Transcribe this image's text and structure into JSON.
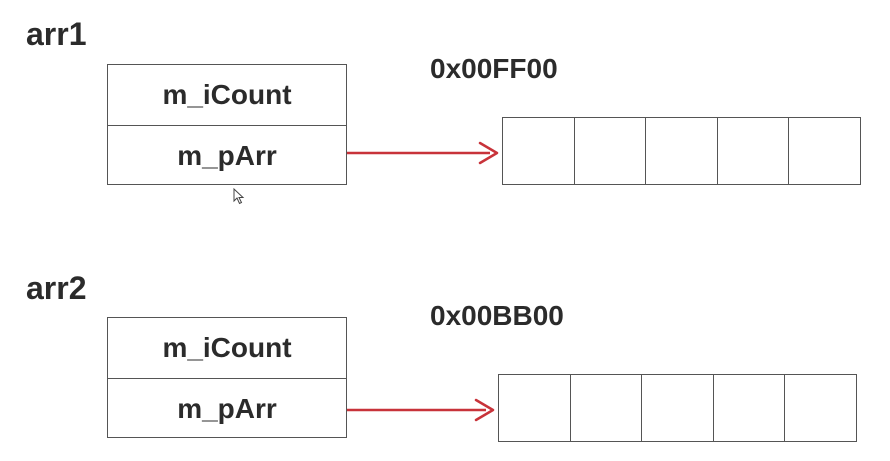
{
  "colors": {
    "arrow": "#c8333a",
    "border": "#555555",
    "text": "#2b2b2b"
  },
  "objects": [
    {
      "name": "arr1",
      "fields": [
        "m_iCount",
        "m_pArr"
      ],
      "address": "0x00FF00",
      "array_cells": 5
    },
    {
      "name": "arr2",
      "fields": [
        "m_iCount",
        "m_pArr"
      ],
      "address": "0x00BB00",
      "array_cells": 5
    }
  ]
}
